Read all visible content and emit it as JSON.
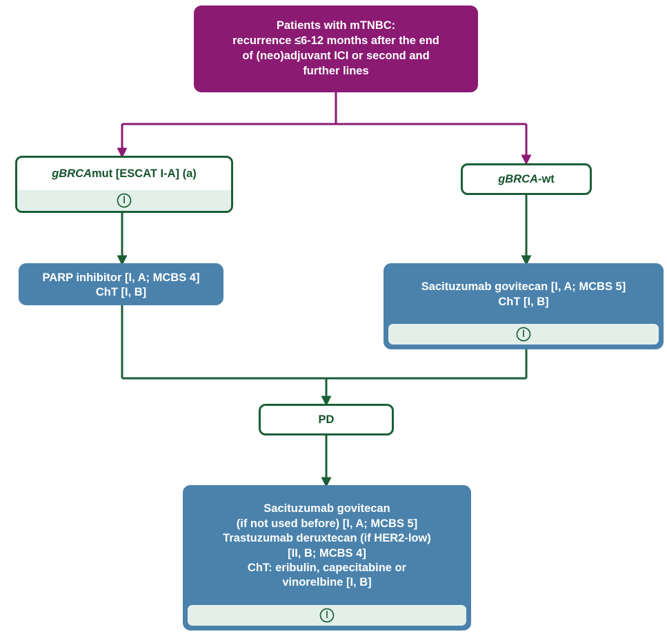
{
  "diagram": {
    "title": "mTNBC treatment algorithm",
    "colors": {
      "purple": "#8B1A72",
      "green": "#1B5E35",
      "blue": "#4A82AC",
      "info_band": "#E3F0EA",
      "white": "#FFFFFF"
    }
  },
  "nodes": {
    "root": {
      "lines": [
        "Patients with mTNBC:",
        "recurrence ≤6-12 months after the end",
        "of (neo)adjuvant ICI or second and",
        "further lines"
      ]
    },
    "brca_mut": {
      "gene": "gBRCA",
      "rest": "mut [ESCAT I-A] (a)",
      "info_icon": "info-icon"
    },
    "brca_wt": {
      "gene": "gBRCA",
      "rest": "-wt"
    },
    "parp": {
      "lines": [
        "PARP inhibitor [I, A; MCBS 4]",
        "ChT [I, B]"
      ]
    },
    "sacituzumab": {
      "lines": [
        "Sacituzumab govitecan [I, A; MCBS 5]",
        "ChT [I, B]"
      ],
      "info_icon": "info-icon"
    },
    "pd": {
      "label": "PD"
    },
    "later_lines": {
      "lines": [
        "Sacituzumab govitecan",
        "(if not used before) [I, A; MCBS 5]",
        "Trastuzumab deruxtecan (if HER2-low)",
        "[II, B; MCBS 4]",
        "ChT: eribulin, capecitabine or",
        "vinorelbine [I, B]"
      ],
      "info_icon": "info-icon"
    }
  }
}
